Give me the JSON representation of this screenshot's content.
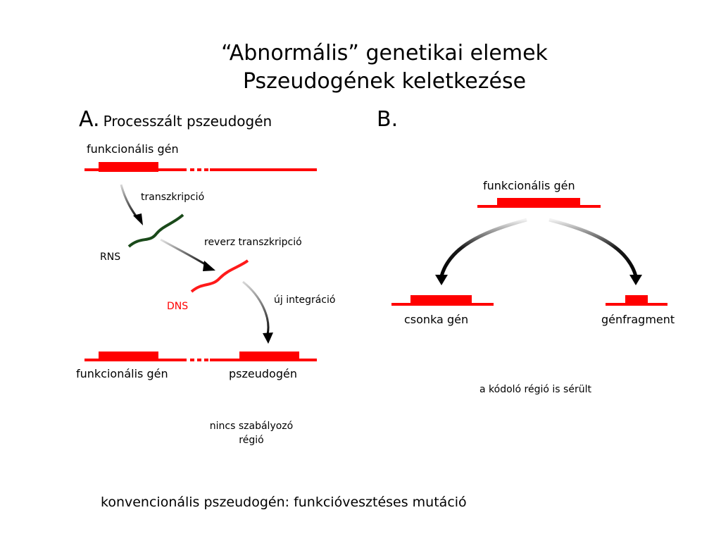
{
  "title": {
    "line1": "“Abnormális” genetikai elemek",
    "line2": "Pszeudogének keletkezése"
  },
  "section_a": {
    "letter": "A.",
    "subtitle": "Processzált pszeudogén",
    "top_gene_label": "funkcionális gén",
    "transcription_label": "transzkripció",
    "rna_label": "RNS",
    "reverse_transcription_label": "reverz transzkripció",
    "dna_label": "DNS",
    "integration_label": "új integráció",
    "bottom_gene_label": "funkcionális gén",
    "pseudogene_label": "pszeudogén",
    "no_regulatory_line1": "nincs szabályozó",
    "no_regulatory_line2": "régió"
  },
  "section_b": {
    "letter": "B.",
    "gene_label": "funkcionális gén",
    "truncated_label": "csonka gén",
    "fragment_label": "génfragment",
    "coding_damaged_label": "a kódoló régió is sérült"
  },
  "footer": {
    "conventional": "konvencionális pszeudogén: funkcióvesztéses mutáció"
  },
  "colors": {
    "gene_red": "#ff0000",
    "rna_green": "#1a4a1a",
    "dna_red": "#ff1a1a",
    "arrow_black": "#000000"
  }
}
